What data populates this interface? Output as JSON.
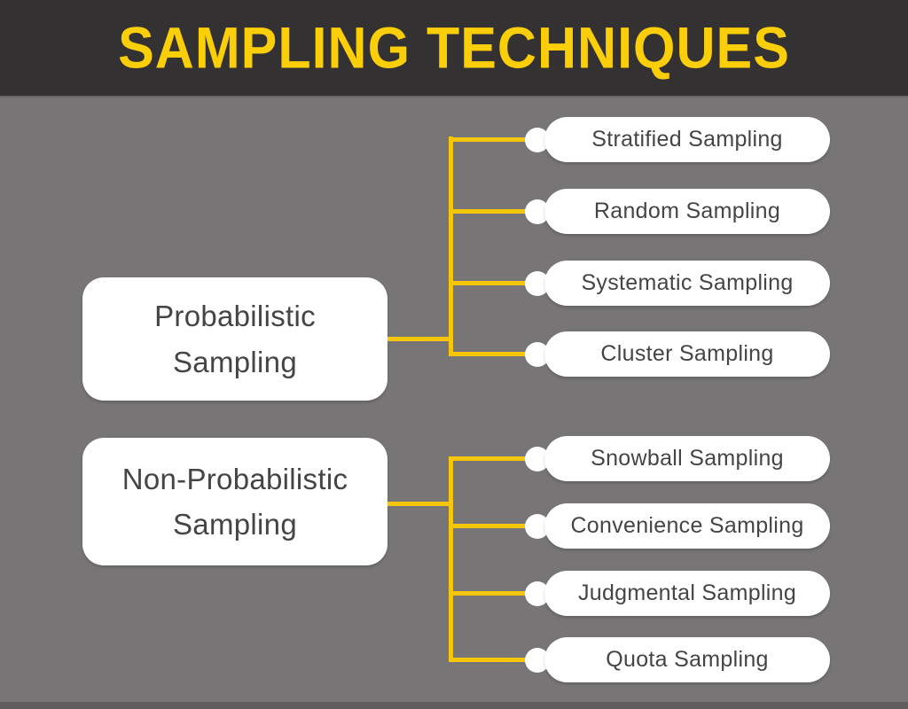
{
  "title": "SAMPLING TECHNIQUES",
  "colors": {
    "header_bg": "#343132",
    "title_text": "#FBCE0A",
    "background": "#777576",
    "line": "#F5C60B",
    "node_bg": "#FFFFFF",
    "node_text": "#464446",
    "edge_strip": "#5E5C5D",
    "header_divider": "#5C5A5B"
  },
  "groups": [
    {
      "parent": {
        "line1": "Probabilistic",
        "line2": "Sampling"
      },
      "children": [
        "Stratified Sampling",
        "Random Sampling",
        "Systematic Sampling",
        "Cluster Sampling"
      ]
    },
    {
      "parent": {
        "line1": "Non-Probabilistic",
        "line2": "Sampling"
      },
      "children": [
        "Snowball Sampling",
        "Convenience Sampling",
        "Judgmental Sampling",
        "Quota Sampling"
      ]
    }
  ]
}
